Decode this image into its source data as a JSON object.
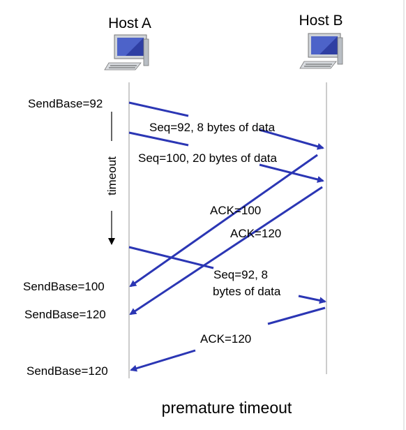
{
  "hosts": {
    "a": "Host A",
    "b": "Host B"
  },
  "sendbase": {
    "first": "SendBase=92",
    "second": "SendBase=100",
    "third": "SendBase=120",
    "fourth": "SendBase=120"
  },
  "timeout_label": "timeout",
  "messages": {
    "seq92": "Seq=92, 8 bytes of data",
    "seq100": "Seq=100, 20 bytes of data",
    "ack100": "ACK=100",
    "ack120": "ACK=120",
    "retx_line1": "Seq=92,  8",
    "retx_line2": "bytes of data",
    "ack120_final": "ACK=120"
  },
  "caption": "premature timeout",
  "colors": {
    "arrow": "#2b36b4",
    "timeline": "#9a9a9a"
  }
}
